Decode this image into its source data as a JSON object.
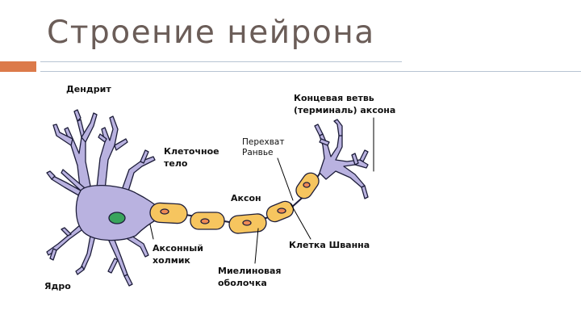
{
  "slide": {
    "title": "Строение нейрона"
  },
  "diagram": {
    "labels": {
      "dendrite": "Дендрит",
      "cell_body_1": "Клеточное",
      "cell_body_2": "тело",
      "axon_hillock_1": "Аксонный",
      "axon_hillock_2": "холмик",
      "nucleus": "Ядро",
      "ranvier_1": "Перехват",
      "ranvier_2": "Ранвье",
      "axon": "Аксон",
      "terminal_1": "Концевая ветвь",
      "terminal_2": "(терминаль) аксона",
      "schwann": "Клетка Шванна",
      "myelin_1": "Миелиновая",
      "myelin_2": "оболочка"
    }
  },
  "colors": {
    "title": "#6b5d58",
    "accent": "#dc7a4a",
    "neuron_fill": "#b9b2e0",
    "neuron_stroke": "#1d1d3a",
    "myelin_fill": "#f6c55f",
    "schwann_nucleus": "#ee8a55",
    "cell_nucleus": "#39a45c"
  }
}
